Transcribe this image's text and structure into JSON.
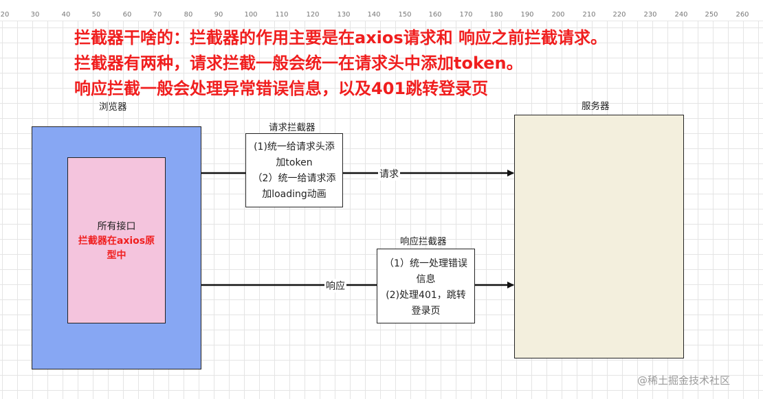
{
  "ruler": {
    "ticks": [
      "20",
      "30",
      "40",
      "50",
      "60",
      "70",
      "80",
      "90",
      "100",
      "110",
      "120",
      "130",
      "140",
      "150",
      "160",
      "170",
      "180",
      "190",
      "200",
      "210",
      "220",
      "230",
      "240",
      "250",
      "260"
    ]
  },
  "headline": {
    "line1": "拦截器干啥的：拦截器的作用主要是在axios请求和 响应之前拦截请求。",
    "line2": "拦截器有两种，请求拦截一般会统一在请求头中添加token。",
    "line3": "响应拦截一般会处理异常错误信息，以及401跳转登录页"
  },
  "browser": {
    "title": "浏览器",
    "inner_line1": "所有接口",
    "inner_line2": "拦截器在axios原",
    "inner_line3": "型中"
  },
  "server": {
    "title": "服务器"
  },
  "request_interceptor": {
    "title": "请求拦截器",
    "lines": [
      "(1)统一给请求头添",
      "加token",
      "（2）统一给请求添",
      "加loading动画"
    ],
    "edge_label": "请求"
  },
  "response_interceptor": {
    "title": "响应拦截器",
    "lines": [
      "（1）统一处理错误",
      "信息",
      "(2)处理401，跳转",
      "登录页"
    ],
    "edge_label": "响应"
  },
  "watermark": "@稀土掘金技术社区",
  "colors": {
    "headline": "#f01e1e",
    "browser_fill": "#87a7f3",
    "inner_fill": "#f4c4dd",
    "server_fill": "#f3efdd",
    "grid": "#e4e4e4"
  }
}
